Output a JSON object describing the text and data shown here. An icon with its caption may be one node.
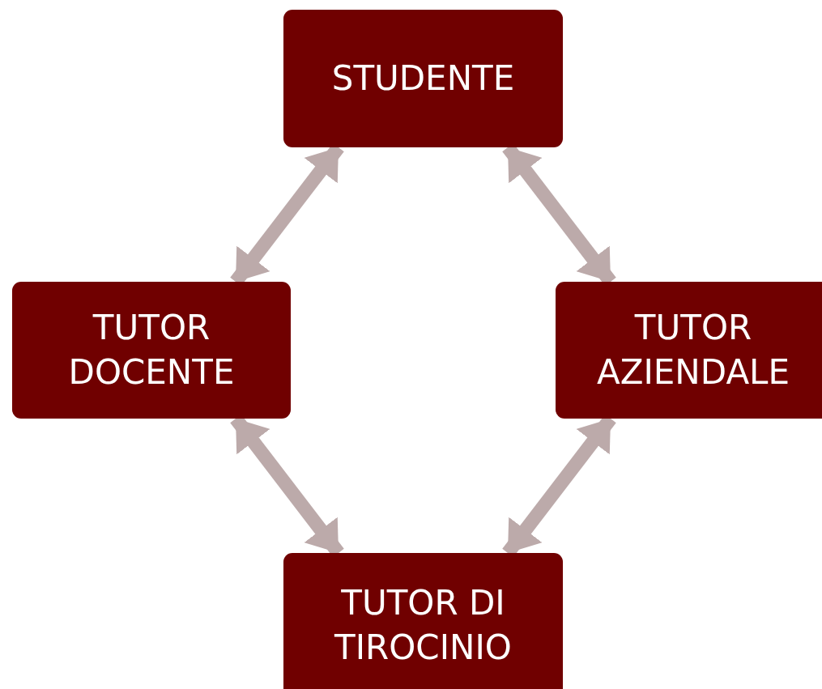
{
  "diagram": {
    "nodes": [
      {
        "text": [
          "STUDENTE"
        ]
      },
      {
        "text": [
          "TUTOR DOCENTE"
        ]
      },
      {
        "text": [
          "TUTOR AZIENDALE"
        ]
      },
      {
        "text": [
          "TUTOR DI TIROCINIO"
        ]
      }
    ],
    "edges": [
      {
        "from": 0,
        "to": 1,
        "arrow": "both"
      },
      {
        "from": 0,
        "to": 2,
        "arrow": "both"
      },
      {
        "from": 1,
        "to": 3,
        "arrow": "both"
      },
      {
        "from": 2,
        "to": 3,
        "arrow": "both"
      }
    ]
  }
}
